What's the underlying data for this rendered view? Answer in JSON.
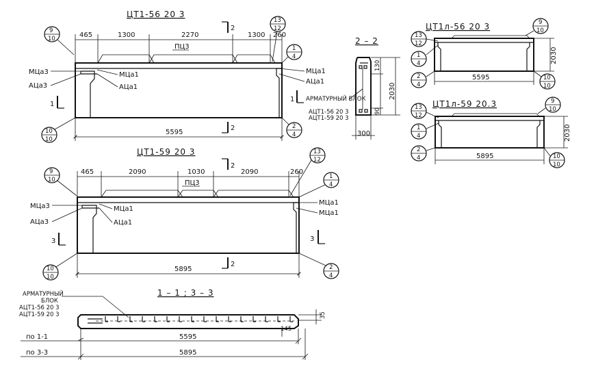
{
  "views": {
    "ct1_56": {
      "title": "ЦТ1-56 20 3",
      "dims_top": [
        "465",
        "1300",
        "2270",
        "1300",
        "260"
      ],
      "total": "5595",
      "label_pc": "ПЦ3",
      "left_labels": [
        "МЦа3",
        "АЦа3"
      ],
      "inner_labels": [
        "МЦа1",
        "АЦа1"
      ],
      "right_labels": [
        "МЦа1",
        "АЦа1"
      ],
      "section_mark": "1",
      "section2": "2",
      "callouts": {
        "tl": {
          "n": "9",
          "d": "10"
        },
        "tr": {
          "n": "13",
          "d": "12"
        },
        "r": {
          "n": "1",
          "d": "4"
        },
        "bl": {
          "n": "10",
          "d": "10"
        },
        "br": {
          "n": "2",
          "d": "4"
        }
      }
    },
    "ct1_59": {
      "title": "ЦТ1-59 20 3",
      "dims_top": [
        "465",
        "2090",
        "1030",
        "2090",
        "260"
      ],
      "total": "5895",
      "label_pc": "ПЦ3",
      "left_labels": [
        "МЦа3",
        "АЦа3"
      ],
      "inner_labels": [
        "МЦа1",
        "АЦа1"
      ],
      "right_labels": [
        "МЦа1",
        "МЦа1"
      ],
      "section_mark_l": "3",
      "section_mark_r": "3",
      "section2": "2",
      "callouts": {
        "tl": {
          "n": "9",
          "d": "10"
        },
        "tr": {
          "n": "13",
          "d": "12"
        },
        "r": {
          "n": "1",
          "d": "4"
        },
        "bl": {
          "n": "10",
          "d": "10"
        },
        "br": {
          "n": "2",
          "d": "4"
        }
      }
    },
    "section22": {
      "title": "2 – 2",
      "dims": [
        "130",
        "2030",
        "90",
        "300"
      ],
      "block_title": "АРМАТУРНЫЙ БЛОК",
      "block_codes": [
        "АЦТ1-56 20 3",
        "АЦТ1-59 20 3"
      ],
      "mark": "1"
    },
    "ct1l_56": {
      "title": "ЦТ1л-56 20 3",
      "height": "2030",
      "total": "5595",
      "callouts": [
        {
          "n": "13",
          "d": "12"
        },
        {
          "n": "9",
          "d": "10"
        },
        {
          "n": "1",
          "d": "4"
        },
        {
          "n": "2",
          "d": "4"
        },
        {
          "n": "10",
          "d": "10"
        }
      ]
    },
    "ct1l_59": {
      "title": "ЦТ1л-59 20.3",
      "height": "2030",
      "total": "5895",
      "callouts": [
        {
          "n": "13",
          "d": "12"
        },
        {
          "n": "9",
          "d": "10"
        },
        {
          "n": "1",
          "d": "4"
        },
        {
          "n": "2",
          "d": "4"
        },
        {
          "n": "10",
          "d": "10"
        }
      ]
    },
    "section11": {
      "title": "1 – 1 ; 3 – 3",
      "block_title_1": "АРМАТУРНЫЙ",
      "block_title_2": "БЛОК",
      "block_codes": [
        "АЦТ1-56 20 3",
        "АЦТ1-59 20 3"
      ],
      "dim_h": "35",
      "dim_end": "145",
      "row1_label": "по 1-1",
      "row1_value": "5595",
      "row2_label": "по 3-3",
      "row2_value": "5895"
    }
  }
}
